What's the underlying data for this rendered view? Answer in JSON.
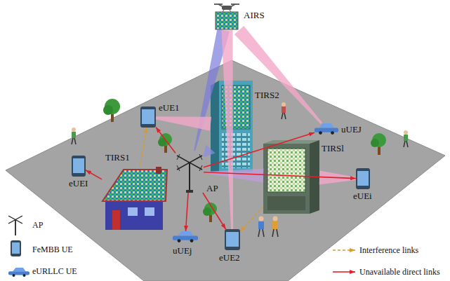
{
  "diagram": {
    "nodes": [
      {
        "text": [
          "AIRS"
        ]
      },
      {
        "text": [
          "eUE1"
        ]
      },
      {
        "text": [
          "TIRS2"
        ]
      },
      {
        "text": [
          "uUEJ"
        ]
      },
      {
        "text": [
          "TIRS1"
        ]
      },
      {
        "text": [
          "eUEI"
        ]
      },
      {
        "text": [
          "TIRSl"
        ]
      },
      {
        "text": [
          "AP"
        ]
      },
      {
        "text": [
          "eUEi"
        ]
      },
      {
        "text": [
          "uUEj"
        ]
      },
      {
        "text": [
          "eUE2"
        ]
      }
    ],
    "edges": [
      {
        "from": 7,
        "to": 0,
        "arrow": "none"
      },
      {
        "from": 7,
        "to": 2,
        "arrow": "none"
      },
      {
        "from": 7,
        "to": 6,
        "arrow": "none"
      },
      {
        "from": 0,
        "to": 3,
        "arrow": "none"
      },
      {
        "from": 0,
        "to": 10,
        "arrow": "none"
      },
      {
        "from": 2,
        "to": 1,
        "arrow": "none"
      },
      {
        "from": 6,
        "to": 8,
        "arrow": "none"
      },
      {
        "from": 4,
        "to": 5,
        "arrow": "to"
      },
      {
        "from": 7,
        "to": 1,
        "arrow": "to"
      },
      {
        "from": 7,
        "to": 9,
        "arrow": "to"
      },
      {
        "from": 7,
        "to": 10,
        "arrow": "to"
      },
      {
        "from": 7,
        "to": 8,
        "arrow": "to"
      },
      {
        "from": 7,
        "to": 3,
        "arrow": "to"
      },
      {
        "from": 4,
        "to": 1,
        "arrow": "to"
      },
      {
        "from": 6,
        "to": 10,
        "arrow": "to"
      }
    ],
    "legend": [
      {
        "text": "AP"
      },
      {
        "text": "FeMBB UE"
      },
      {
        "text": "eURLLC UE"
      },
      {
        "text": "Interference links"
      },
      {
        "text": "Unavailable direct links"
      }
    ]
  }
}
